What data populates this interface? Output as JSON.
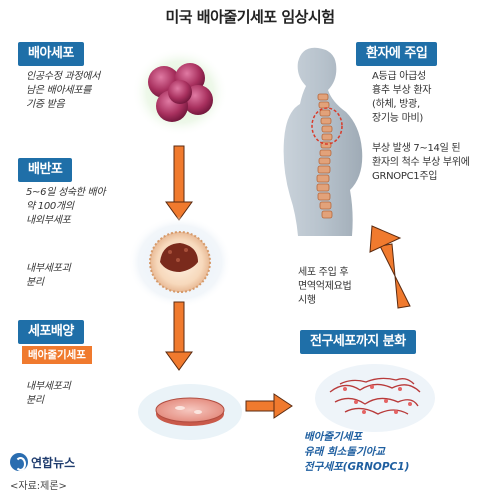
{
  "title": "미국 배아줄기세포 임상시험",
  "steps": {
    "embryo_cell": {
      "label": "배아세포",
      "desc": "인공수정 과정에서\n남은 배아세포를\n기증 받음"
    },
    "blastocyst": {
      "label": "배반포",
      "desc": "5~6일 성숙한 배아\n약 100개의\n내외부세포",
      "note": "내부세포괴\n분리"
    },
    "culture": {
      "label": "세포배양",
      "tag": "배아줄기세포",
      "note": "내부세포괴\n분리"
    },
    "differentiation": {
      "label": "전구세포까지 분화",
      "result": "배아줄기세포\n유래 희소돌기아교\n전구세포(GRNOPC1)"
    },
    "injection": {
      "label": "환자에 주입",
      "patient": "A등급 아급성\n흉추 부상 환자\n(하체, 방광,\n장기능 마비)",
      "timing": "부상 발생 7~14일 된\n환자의 척수 부상 부위에\nGRNOPC1주입"
    },
    "post_injection": "세포 주입 후\n면역억제요법\n시행"
  },
  "logo_text": "연합뉴스",
  "source": "<자료:제론>",
  "colors": {
    "blue": "#1f6fa8",
    "orange_arrow": "#f07a2e",
    "embryo": "#9c2a52",
    "body_gray": "#aab5be"
  },
  "icons": [
    "embryo-cell-image",
    "blastocyst-image",
    "petri-dish-image",
    "cell-cluster-image",
    "human-body-image",
    "spine-image"
  ]
}
